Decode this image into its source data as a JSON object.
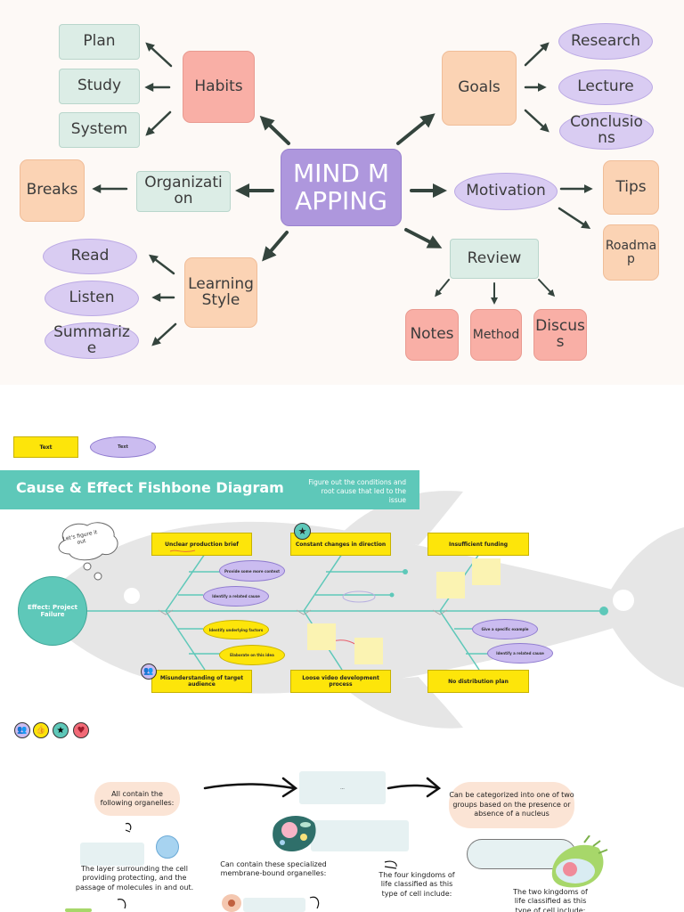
{
  "mindmap": {
    "center": "MIND MAPPING",
    "habits": "Habits",
    "plan": "Plan",
    "study": "Study",
    "system": "System",
    "goals": "Goals",
    "research": "Research",
    "lecture": "Lecture",
    "conclusions": "Conclusions",
    "organization": "Organization",
    "breaks": "Breaks",
    "motivation": "Motivation",
    "tips": "Tips",
    "roadmap": "Roadmap",
    "learning_style": "Learning Style",
    "read": "Read",
    "listen": "Listen",
    "summarize": "Summarize",
    "review": "Review",
    "notes": "Notes",
    "method": "Method",
    "discuss": "Discuss"
  },
  "legend": {
    "yellow_text": "Text",
    "lav_text": "Text"
  },
  "fishbone": {
    "title": "Cause & Effect Fishbone Diagram",
    "subtitle": "Figure out the conditions and root cause that led to the issue",
    "thought": "Let's figure it out",
    "effect": "Effect: Project Failure",
    "cause1": "Unclear production brief",
    "cause2": "Constant changes in direction",
    "cause3": "Insufficient funding",
    "cause4": "Misunderstanding of target audience",
    "cause5": "Loose video development process",
    "cause6": "No distribution plan",
    "pill1": "Provide some more context",
    "pill2": "Identify a related cause",
    "pill3": "Identify underlying factors",
    "pill4": "Elaborate on this idea",
    "pill5": "Give a specific example",
    "pill6": "Identify a related cause"
  },
  "biology": {
    "ellipsis": "...",
    "all_contain": "All contain the following organelles:",
    "categorized": "Can be categorized into one of two groups based on the presence or absence of a nucleus",
    "layer": "The layer surrounding the cell providing protecting, and the passage of molecules in and out.",
    "specialized": "Can contain these specialized membrane-bound organelles:",
    "four_kingdoms": "The four kingdoms of life classified as this type of cell include:",
    "two_kingdoms": "The two kingdoms of life classified as this type of cell include:"
  },
  "colors": {
    "teal": "#5ec8b9",
    "yellow": "#fde50a",
    "lavender": "#cbbcf0",
    "mind_purple": "#ae97dd",
    "arrow": "#34443d"
  },
  "icons": [
    "people-icon",
    "thumbs-up-icon",
    "star-icon",
    "heart-icon"
  ]
}
